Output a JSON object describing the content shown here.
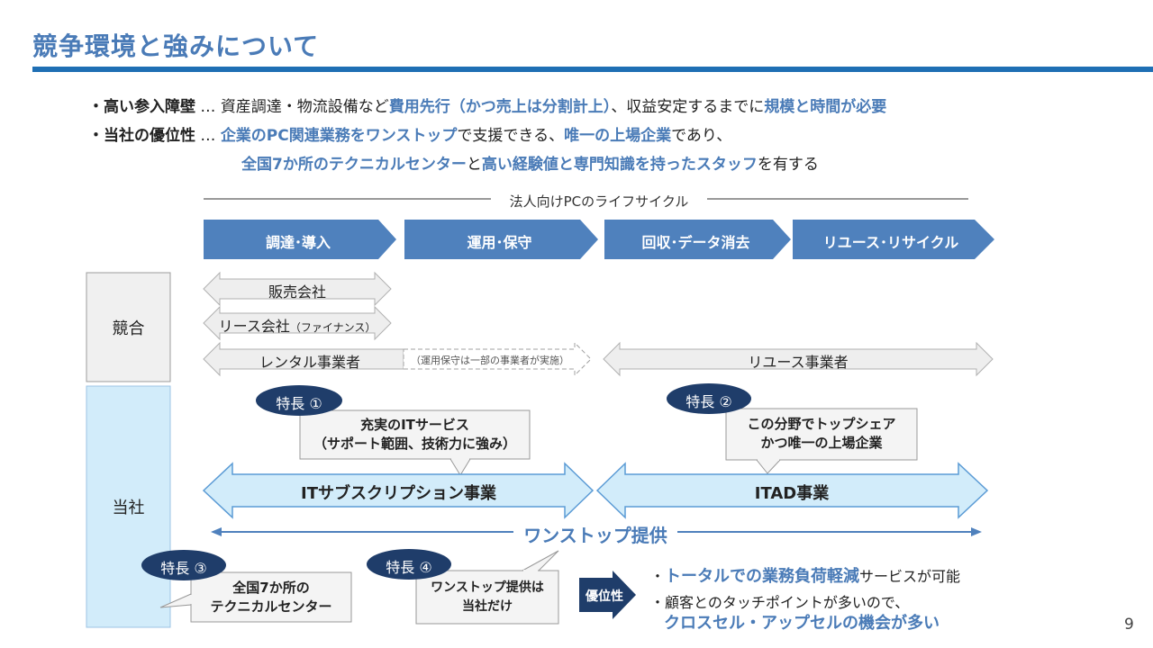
{
  "title": "競争環境と強みについて",
  "bullets": {
    "line1": {
      "lead": "・高い参入障壁",
      "sep": " … ",
      "t1": "資産調達・物流設備など",
      "h1": "費用先行（かつ売上は分割計上）",
      "t2": "、収益安定するまでに",
      "h2": "規模と時間が必要"
    },
    "line2": {
      "lead": "・当社の優位性",
      "sep": " … ",
      "h1": "企業のPC関連業務をワンストップ",
      "t1": "で支援できる、",
      "h2": "唯一の上場企業",
      "t2": "であり、"
    },
    "line3": {
      "h1": "全国7か所のテクニカルセンター",
      "t1": "と",
      "h2": "高い経験値と専門知識を持ったスタッフ",
      "t2": "を有する"
    }
  },
  "lifecycle": {
    "caption": "法人向けPCのライフサイクル",
    "stages": [
      "調達･導入",
      "運用･保守",
      "回収･データ消去",
      "リユース･リサイクル"
    ]
  },
  "competitors": {
    "label": "競合",
    "sales": "販売会社",
    "lease_main": "リース会社",
    "lease_sub": "（ファイナンス）",
    "rental": "レンタル事業者",
    "rental_note": "（運用保守は一部の事業者が実施）",
    "reuse": "リユース事業者"
  },
  "company": {
    "label": "当社",
    "feature1": {
      "tag": "特長 ①",
      "line1": "充実のITサービス",
      "line2": "（サポート範囲、技術力に強み）"
    },
    "feature2": {
      "tag": "特長 ②",
      "line1": "この分野でトップシェア",
      "line2": "かつ唯一の上場企業"
    },
    "feature3": {
      "tag": "特長 ③",
      "line1": "全国7か所の",
      "line2": "テクニカルセンター"
    },
    "feature4": {
      "tag": "特長 ④",
      "line1": "ワンストップ提供は",
      "line2": "当社だけ"
    },
    "it_business": "ITサブスクリプション事業",
    "itad_business": "ITAD事業",
    "onestop": "ワンストップ提供",
    "advantage": "優位性",
    "adv1": {
      "bullet": "・",
      "hl": "トータルでの業務負荷軽減",
      "rest": "サービスが可能"
    },
    "adv2": {
      "line1": "・顧客とのタッチポイントが多いので、",
      "hl": "クロスセル・アップセルの機会が多い"
    }
  },
  "page_number": "9",
  "colors": {
    "title": "#4a7bb7",
    "rule": "#1f6fb4",
    "stage_arrow": "#4f81bd",
    "company_fill": "#d2ecfa",
    "company_stroke": "#5b9bd5",
    "pill": "#1f3d6a",
    "competitor_fill": "#eeeeee"
  }
}
